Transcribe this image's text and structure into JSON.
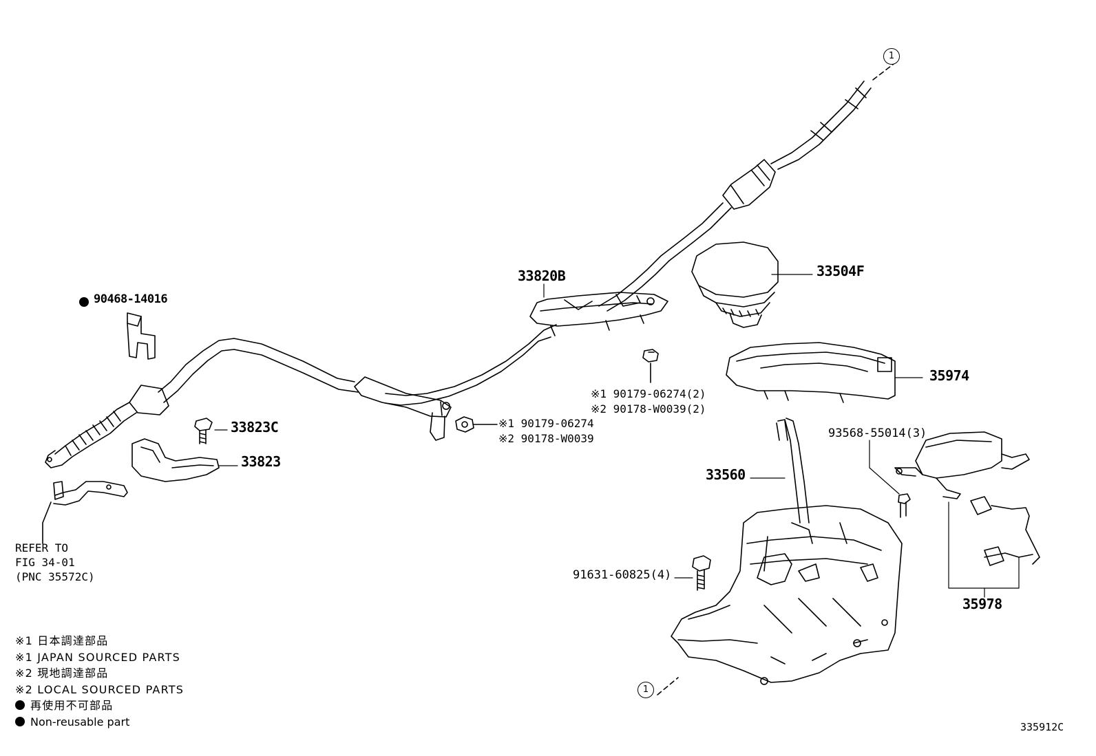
{
  "figure_id": "335912C",
  "reference_marker": "1",
  "refer_to": {
    "line1": "REFER TO",
    "line2": "FIG 34-01",
    "line3": "(PNC 35572C)"
  },
  "parts": {
    "p90468": "90468-14016",
    "p33820B": "33820B",
    "p33504F": "33504F",
    "p35974": "35974",
    "p33823C": "33823C",
    "p33823": "33823",
    "p33560": "33560",
    "p93568": "93568-55014(3)",
    "p91631": "91631-60825(4)",
    "p35978": "35978",
    "nut_upper": {
      "line1": "※1 90179-06274(2)",
      "line2": "※2 90178-W0039(2)"
    },
    "nut_lower": {
      "line1": "※1 90179-06274",
      "line2": "※2 90178-W0039"
    }
  },
  "legend": {
    "japan_jp": "※1 日本調達部品",
    "japan_en": "※1 JAPAN SOURCED PARTS",
    "local_jp": "※2 現地調達部品",
    "local_en": "※2 LOCAL SOURCED PARTS",
    "nonreusable_jp": "再使用不可部品",
    "nonreusable_en": "Non-reusable part"
  }
}
